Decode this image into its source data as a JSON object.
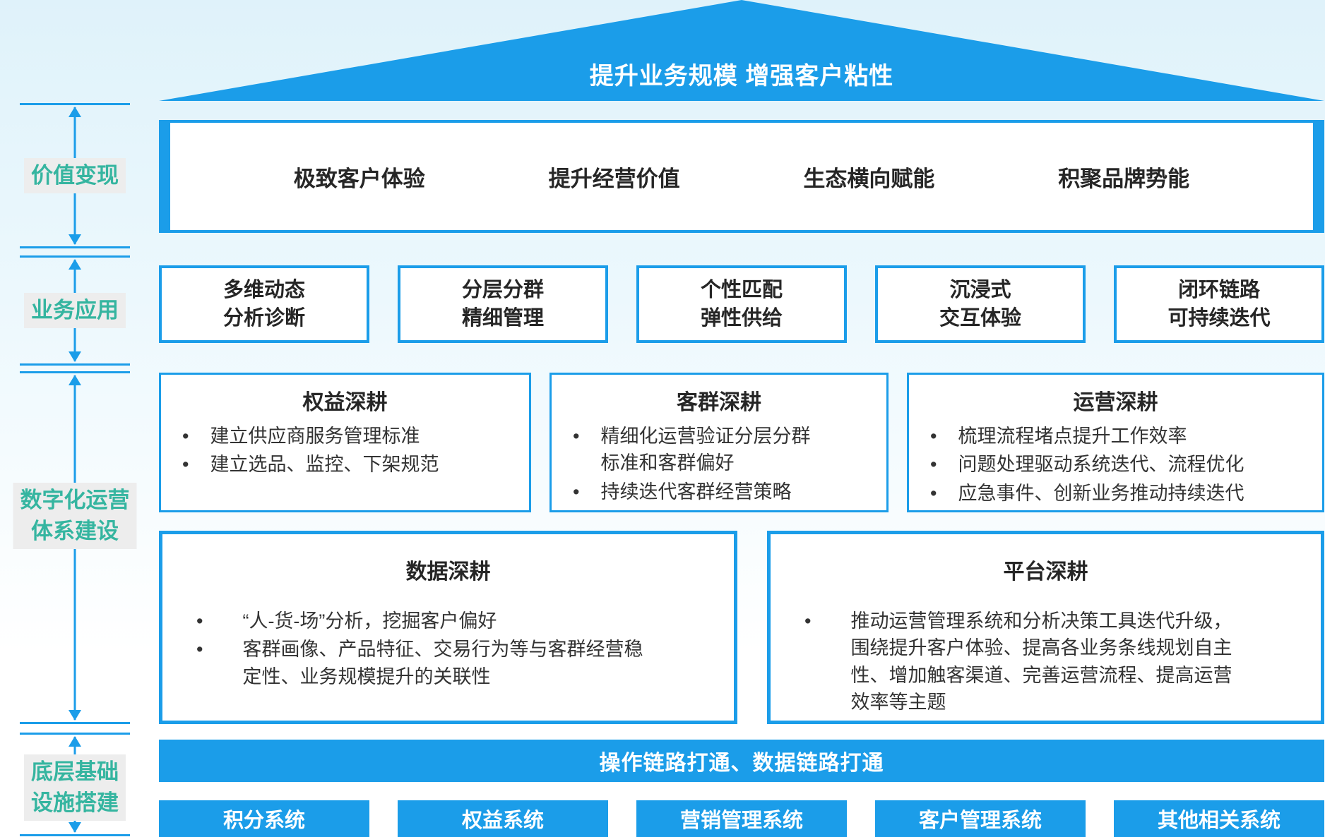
{
  "colors": {
    "primary": "#1B9DE9",
    "stage_text": "#35B5A0",
    "stage_bg": "#EDEDED",
    "body_text": "#262626"
  },
  "roof": {
    "title": "提升业务规模 增强客户粘性"
  },
  "stages": [
    {
      "line1": "价值变现",
      "line2": ""
    },
    {
      "line1": "业务应用",
      "line2": ""
    },
    {
      "line1": "数字化运营",
      "line2": "体系建设"
    },
    {
      "line1": "底层基础",
      "line2": "设施搭建"
    }
  ],
  "value_row": {
    "items": [
      "极致客户体验",
      "提升经营价值",
      "生态横向赋能",
      "积聚品牌势能"
    ]
  },
  "app_row": {
    "items": [
      {
        "line1": "多维动态",
        "line2": "分析诊断"
      },
      {
        "line1": "分层分群",
        "line2": "精细管理"
      },
      {
        "line1": "个性匹配",
        "line2": "弹性供给"
      },
      {
        "line1": "沉浸式",
        "line2": "交互体验"
      },
      {
        "line1": "闭环链路",
        "line2": "可持续迭代"
      }
    ]
  },
  "deep_row1": [
    {
      "title": "权益深耕",
      "bullets": [
        "建立供应商服务管理标准",
        "建立选品、监控、下架规范"
      ]
    },
    {
      "title": "客群深耕",
      "bullets": [
        "精细化运营验证分层分群标准和客群偏好",
        "持续迭代客群经营策略"
      ]
    },
    {
      "title": "运营深耕",
      "bullets": [
        "梳理流程堵点提升工作效率",
        "问题处理驱动系统迭代、流程优化",
        "应急事件、创新业务推动持续迭代"
      ]
    }
  ],
  "deep_row2": [
    {
      "title": "数据深耕",
      "bullets": [
        "“人-货-场”分析，挖掘客户偏好",
        "客群画像、产品特征、交易行为等与客群经营稳定性、业务规模提升的关联性"
      ]
    },
    {
      "title": "平台深耕",
      "bullets": [
        "推动运营管理系统和分析决策工具迭代升级，围绕提升客户体验、提高各业务条线规划自主性、增加触客渠道、完善运营流程、提高运营效率等主题"
      ]
    }
  ],
  "link_bar": {
    "label": "操作链路打通、数据链路打通"
  },
  "systems": [
    "积分系统",
    "权益系统",
    "营销管理系统",
    "客户管理系统",
    "其他相关系统"
  ]
}
